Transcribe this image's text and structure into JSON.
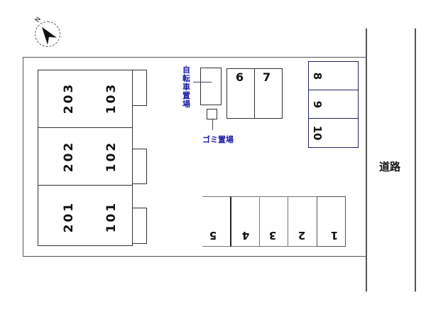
{
  "compass": {
    "label": "N"
  },
  "buildings": [
    {
      "upper": "203",
      "lower": "103"
    },
    {
      "upper": "202",
      "lower": "102"
    },
    {
      "upper": "201",
      "lower": "101"
    }
  ],
  "bicycle_parking": {
    "label": "自転車置場"
  },
  "garbage": {
    "label": "ゴミ置場"
  },
  "parking_top": [
    "6",
    "7"
  ],
  "parking_right": [
    "8",
    "9",
    "10"
  ],
  "parking_bottom": [
    "5",
    "4",
    "3",
    "2",
    "1"
  ],
  "road": {
    "label": "道路"
  },
  "colors": {
    "label_blue": "#1a1aa6",
    "line": "#333333"
  }
}
